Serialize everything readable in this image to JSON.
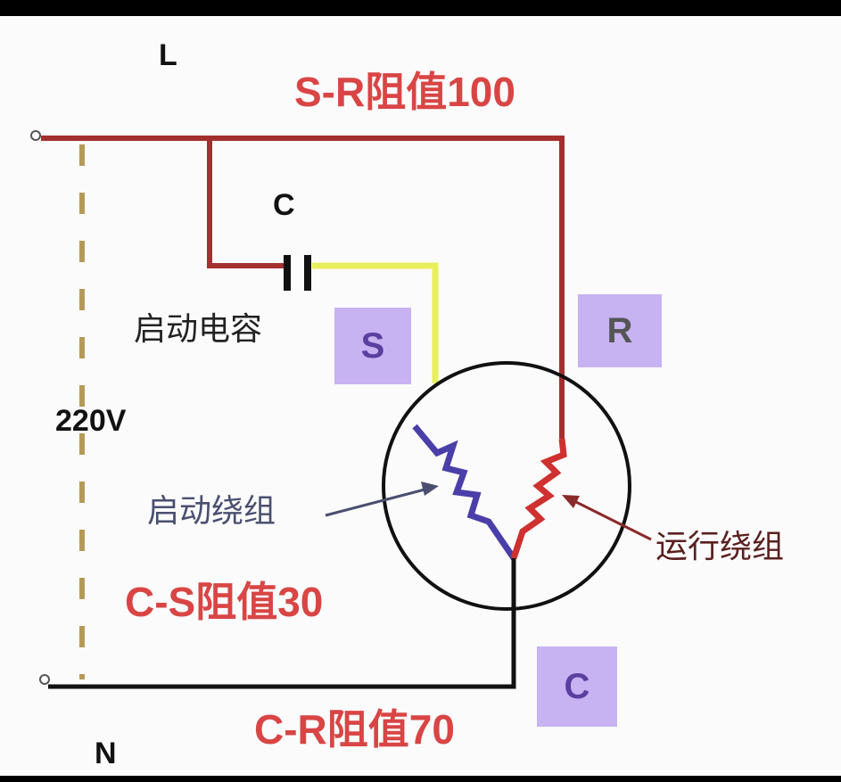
{
  "labels": {
    "line": "L",
    "neutral": "N",
    "capacitor": "C",
    "voltage": "220V",
    "start_capacitor": "启动电容",
    "start_winding": "启动绕组",
    "run_winding": "运行绕组"
  },
  "terminals": {
    "s": "S",
    "r": "R",
    "c": "C"
  },
  "resistances": {
    "sr": "S-R阻值100",
    "cs": "C-S阻值30",
    "cr": "C-R阻值70"
  },
  "colors": {
    "resistance_text": "#d94545",
    "run_wire": "#a3302f",
    "start_wire": "#e8ef5a",
    "start_winding": "#4a3fa8",
    "run_winding": "#cf3030",
    "terminal_box": "#c7b3f2",
    "dashed_line": "#b49a5a"
  }
}
